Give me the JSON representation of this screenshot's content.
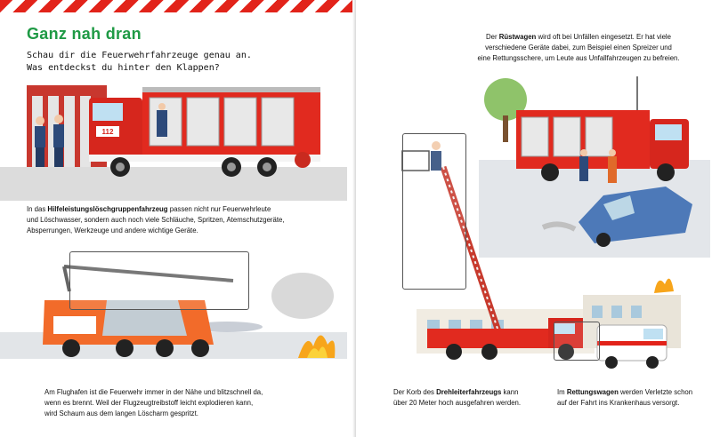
{
  "left_page": {
    "heading": "Ganz nah dran",
    "intro_line1": "Schau dir die Feuerwehrfahrzeuge genau an.",
    "intro_line2": "Was entdeckst du hinter den Klappen?",
    "hlf_text": {
      "prefix": "In das ",
      "bold": "Hilfeleistungslöschgruppenfahrzeug",
      "rest_line1": " passen nicht nur Feuerwehrleute",
      "line2": "und Löschwasser, sondern auch noch viele Schläuche, Spritzen, Atemschutzgeräte,",
      "line3": "Absperrungen, Werkzeuge und andere wichtige Geräte."
    },
    "airport_text": {
      "line1": "Am Flughafen ist die Feuerwehr immer in der Nähe und blitzschnell da,",
      "line2": "wenn es brennt. Weil der Flugzeugtreibstoff leicht explodieren kann,",
      "line3": "wird Schaum aus dem langen Löscharm gespritzt."
    },
    "truck_number": "112"
  },
  "right_page": {
    "rw_text": {
      "prefix": "Der ",
      "bold": "Rüstwagen",
      "rest_line1": " wird oft bei Unfällen eingesetzt. Er hat viele",
      "line2": "verschiedene Geräte dabei, zum Beispiel einen Spreizer und",
      "line3": "eine Rettungsschere, um Leute aus Unfallfahrzeugen zu befreien."
    },
    "dl_text": {
      "prefix": "Der Korb des ",
      "bold": "Drehleiterfahrzeugs",
      "rest_line1": " kann",
      "line2": "über 20 Meter hoch ausgefahren werden."
    },
    "rtw_text": {
      "prefix": "Im ",
      "bold": "Rettungswagen",
      "rest_line1": " werden Verletzte schon",
      "line2": "auf der Fahrt ins Krankenhaus versorgt."
    }
  },
  "colors": {
    "heading_green": "#1f9a45",
    "fire_red": "#e2231a",
    "rescue_orange": "#f26b2a"
  }
}
